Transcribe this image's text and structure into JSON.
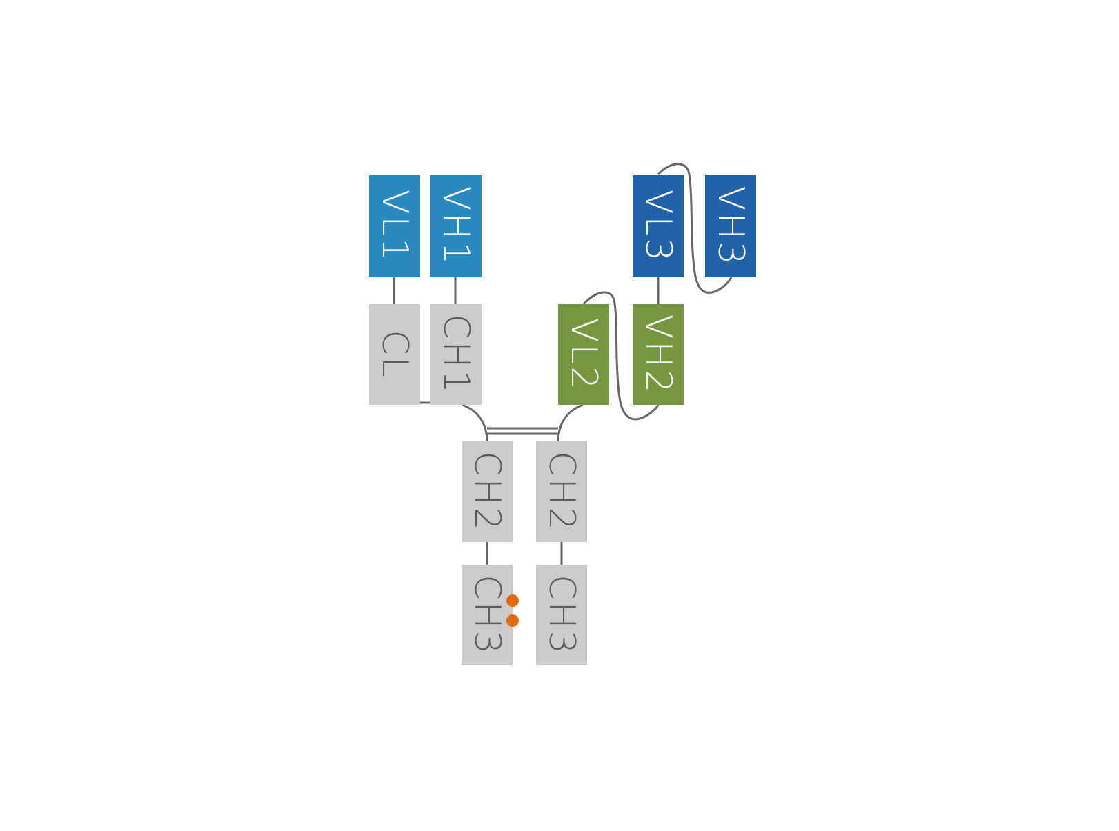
{
  "colors": {
    "light_blue": "#2a8abf",
    "dark_blue": "#2162a8",
    "green": "#76963f",
    "constant_gray": "#cccccc",
    "linker": "#666666",
    "knob": "#e06a12",
    "text_light": "#ffffff",
    "text_dark": "#5c5c5c"
  },
  "domains": {
    "vl1": "VL1",
    "vh1": "VH1",
    "cl": "CL",
    "ch1": "CH1",
    "vl2": "VL2",
    "vh2": "VH2",
    "vl3": "VL3",
    "vh3": "VH3",
    "ch2_left": "CH2",
    "ch2_right": "CH2",
    "ch3_left": "CH3",
    "ch3_right": "CH3"
  },
  "markers": {
    "knob_into_hole_icon": "two-orange-dots"
  }
}
